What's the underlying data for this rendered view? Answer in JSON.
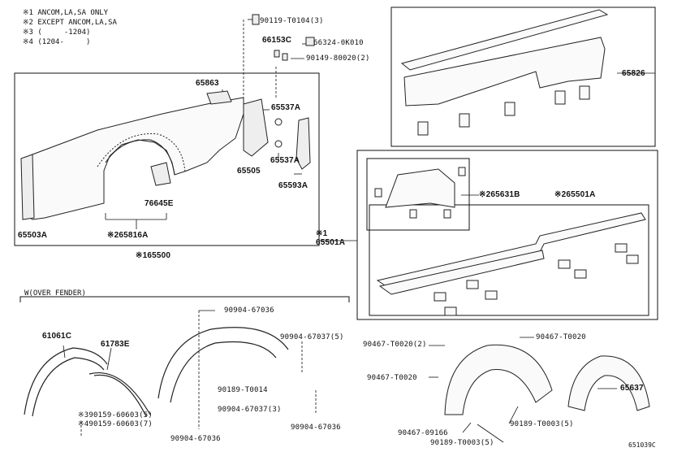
{
  "notes": [
    "※1 ANCOM,LA,SA ONLY",
    "※2 EXCEPT ANCOM,LA,SA",
    "※3 (     -1204)",
    "※4 (1204-     )"
  ],
  "section_title": "W(OVER FENDER)",
  "figure_code": "651039C",
  "labels": {
    "p90119": "90119-T0104(3)",
    "p66153C": "66153C",
    "p66324": "66324-0K010",
    "p90149": "90149-80020(2)",
    "p65863": "65863",
    "p65537A_1": "65537A",
    "p65537A_2": "65537A",
    "p65505": "65505",
    "p65593A": "65593A",
    "p76645E": "76645E",
    "p65503A": "65503A",
    "p65816A": "※265816A",
    "p65500": "※165500",
    "p65826": "65826",
    "p65631B": "※265631B",
    "p65501A_top": "※265501A",
    "p65501A": "※1\n65501A",
    "p61061C": "61061C",
    "p61783E": "61783E",
    "p90159_5": "※390159-60603(5)",
    "p90159_7": "※490159-60603(7)",
    "p90904_67036_a": "90904-67036",
    "p90904_67037_5": "90904-67037(5)",
    "p90189_T0014": "90189-T0014",
    "p90904_67037_3": "90904-67037(3)",
    "p90904_67036_b": "90904-67036",
    "p90904_67036_c": "90904-67036",
    "p90467_T0020_2": "90467-T0020(2)",
    "p90467_T0020_a": "90467-T0020",
    "p90467_T0020_b": "90467-T0020",
    "p90467_09166": "90467-09166",
    "p90189_T0003_5a": "90189-T0003(5)",
    "p90189_T0003_5b": "90189-T0003(5)",
    "p65637": "65637"
  }
}
